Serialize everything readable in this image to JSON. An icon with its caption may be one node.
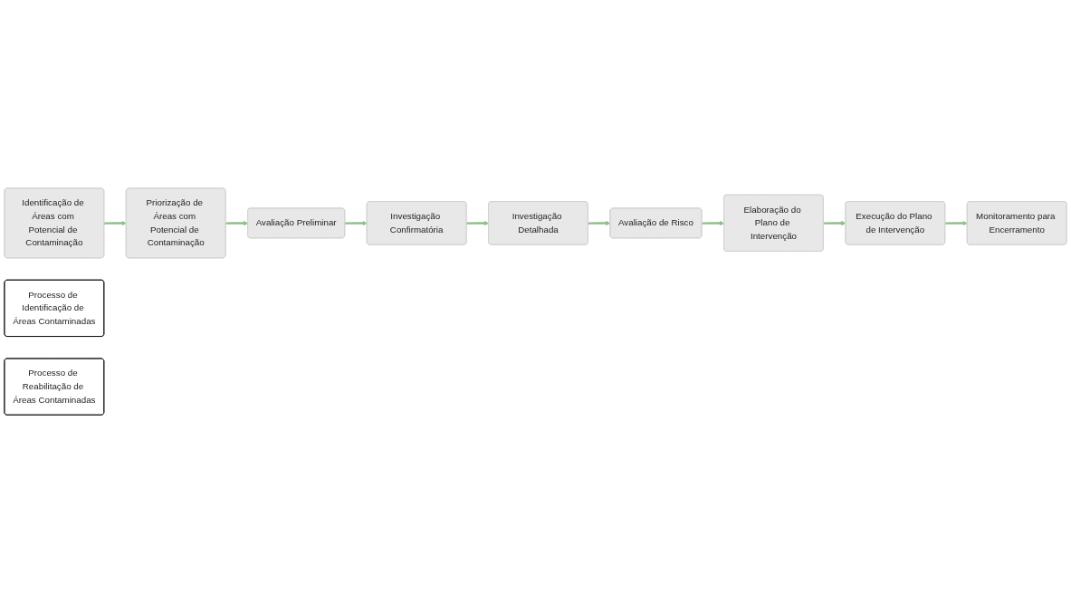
{
  "diagram": {
    "nodes": [
      {
        "text": [
          "Identificação de Áreas com Potencial de Contaminação"
        ]
      },
      {
        "text": [
          "Priorização de Áreas com Potencial de Contaminação"
        ]
      },
      {
        "text": [
          "Avaliação Preliminar"
        ]
      },
      {
        "text": [
          "Processo de Identificação de Áreas Contaminadas"
        ]
      },
      {
        "text": [
          "Avaliação de Risco"
        ]
      },
      {
        "text": [
          "Investigação Detalhada"
        ]
      },
      {
        "text": [
          "Investigação Confirmatória"
        ]
      },
      {
        "text": [
          "Elaboração do Plano de Intervenção"
        ]
      },
      {
        "text": [
          "Execução do Plano de Intervenção"
        ]
      },
      {
        "text": [
          "Monitoramento para Encerramento"
        ]
      },
      {
        "text": [
          "Processo de Reabilitação de Áreas Contaminadas"
        ]
      }
    ],
    "edges": [
      {
        "from": 0,
        "to": 1,
        "arrow": "to"
      },
      {
        "from": 1,
        "to": 2,
        "arrow": "to"
      },
      {
        "from": 2,
        "to": 6,
        "arrow": "to"
      },
      {
        "from": 6,
        "to": 5,
        "arrow": "to"
      },
      {
        "from": 5,
        "to": 4,
        "arrow": "to"
      },
      {
        "from": 4,
        "to": 7,
        "arrow": "to"
      },
      {
        "from": 7,
        "to": 8,
        "arrow": "to"
      },
      {
        "from": 8,
        "to": 9,
        "arrow": "to"
      }
    ]
  }
}
